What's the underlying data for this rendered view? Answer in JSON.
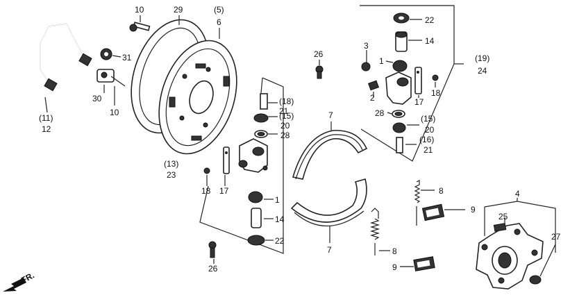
{
  "labels": {
    "l10a": "10",
    "l29": "29",
    "l5": "(5)",
    "l6": "6",
    "l31": "31",
    "l30": "30",
    "l10b": "10",
    "l11": "(11)",
    "l12": "12",
    "l26a": "26",
    "l26b": "26",
    "l13": "(13)",
    "l23": "23",
    "l18a": "18",
    "l17a": "17",
    "l18b": "(18)",
    "l21a": "21",
    "l15a": "(15)",
    "l20a": "20",
    "l28a": "28",
    "l1a": "1",
    "l14a": "14",
    "l22a": "22",
    "l7a": "7",
    "l7b": "7",
    "l8a": "8",
    "l8b": "8",
    "l9a": "9",
    "l9b": "9",
    "l22b": "22",
    "l14b": "14",
    "l3": "3",
    "l1b": "1",
    "l2": "2",
    "l17b": "17",
    "l18c": "18",
    "l19": "(19)",
    "l24": "24",
    "l28b": "28",
    "l15b": "(15)",
    "l20b": "20",
    "l16": "(16)",
    "l21b": "21",
    "l4": "4",
    "l25": "25",
    "l27": "27",
    "fr": "FR."
  }
}
